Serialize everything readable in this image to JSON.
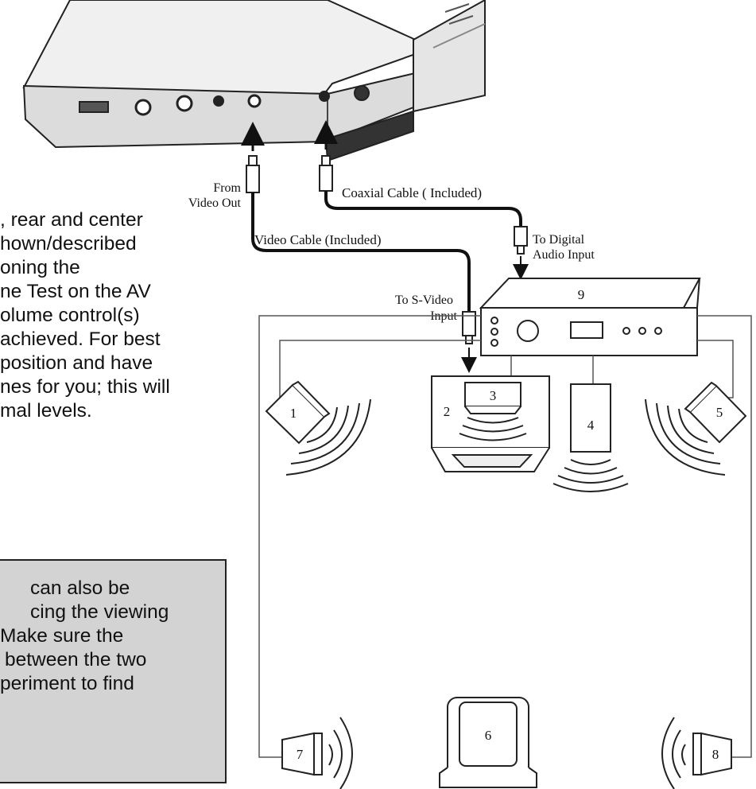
{
  "body_text": {
    "lines": [
      ", rear and center",
      "hown/described",
      "oning the",
      "ne Test on the AV",
      "olume control(s)",
      "achieved. For best",
      "position and have",
      "nes for you; this will",
      "mal levels."
    ]
  },
  "note_box": {
    "lines": [
      "can also be",
      "cing the viewing",
      "Make sure the",
      "between the two",
      "periment to find"
    ]
  },
  "diagram": {
    "labels": {
      "from_video_out_1": "From",
      "from_video_out_2": "Video Out",
      "coaxial_cable": "Coaxial Cable ( Included)",
      "video_cable": "Video Cable (Included)",
      "to_digital_1": "To Digital",
      "to_digital_2": "Audio Input",
      "to_svideo_1": "To S-Video",
      "to_svideo_2": "Input"
    },
    "components": {
      "front_left": "1",
      "tv": "2",
      "center": "3",
      "subwoofer": "4",
      "front_right": "5",
      "seat": "6",
      "rear_left": "7",
      "rear_right": "8",
      "receiver": "9"
    }
  }
}
